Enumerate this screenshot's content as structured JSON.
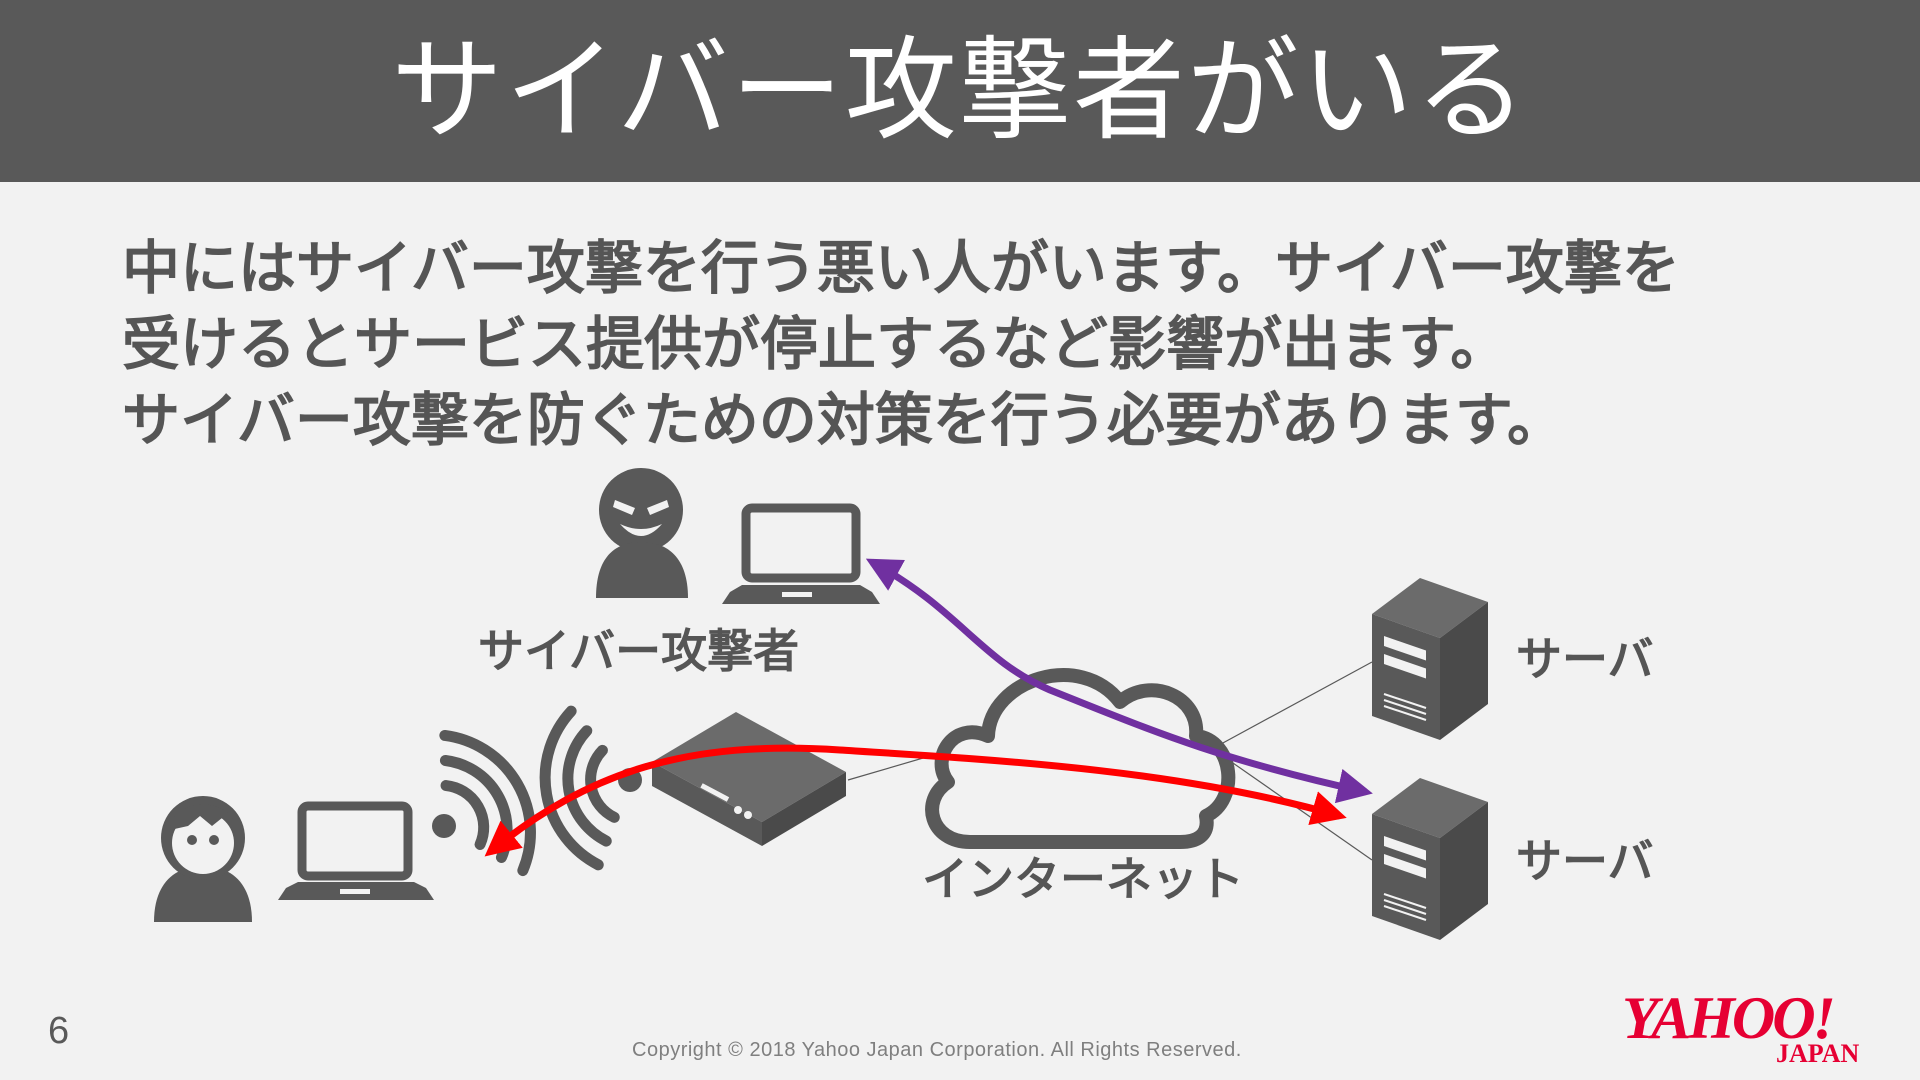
{
  "slide": {
    "title": "サイバー攻撃者がいる",
    "body_lines": [
      "中にはサイバー攻撃を行う悪い人がいます。サイバー攻撃を",
      "受けるとサービス提供が停止するなど影響が出ます。",
      "サイバー攻撃を防ぐための対策を行う必要があります。"
    ],
    "page_number": "6",
    "copyright": "Copyright © 2018 Yahoo Japan Corporation. All Rights Reserved."
  },
  "diagram": {
    "labels": {
      "attacker": "サイバー攻撃者",
      "internet": "インターネット",
      "server_1": "サーバ",
      "server_2": "サーバ"
    },
    "icons": [
      "attacker-icon",
      "attacker-laptop-icon",
      "user-icon",
      "user-laptop-icon",
      "wifi-signal-icon",
      "router-icon",
      "cloud-icon",
      "server-icon"
    ],
    "colors": {
      "attack_arrow": "#7030a0",
      "user_arrow": "#ff0000",
      "icon": "#595959"
    }
  },
  "logo": {
    "word": "YAHOO!",
    "sub": "JAPAN",
    "color": "#e60033"
  }
}
